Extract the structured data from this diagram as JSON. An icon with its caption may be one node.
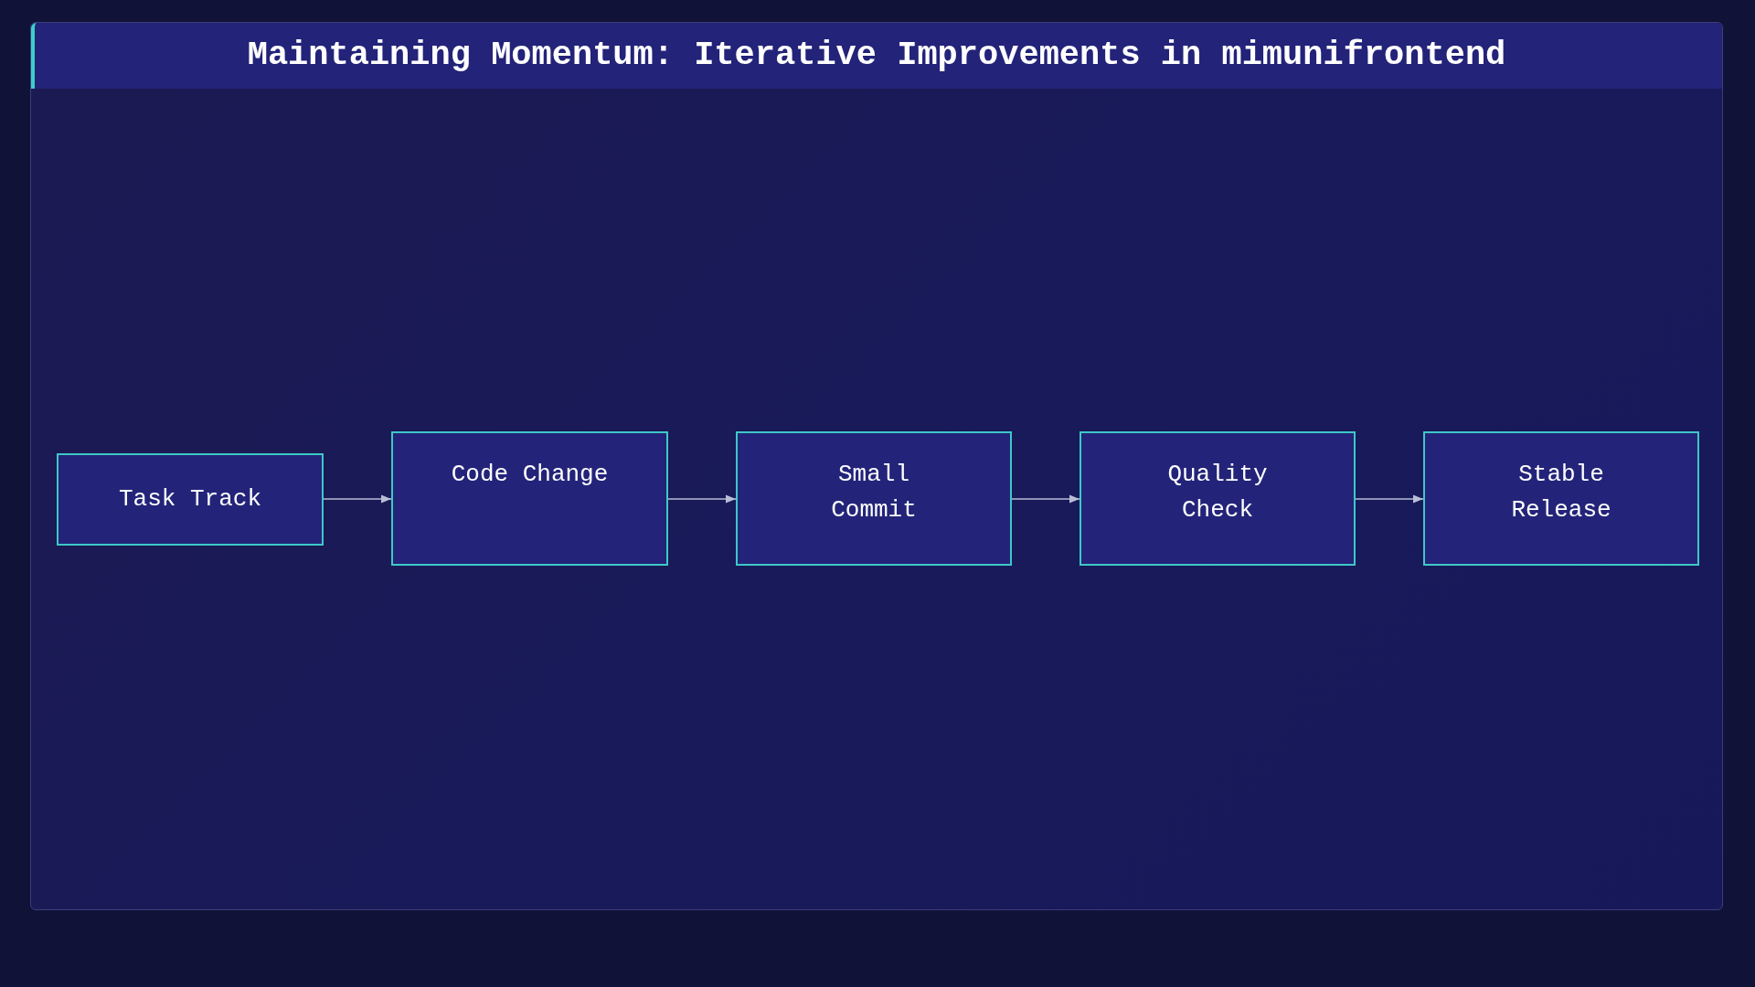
{
  "diagram": {
    "title": "Maintaining Momentum: Iterative Improvements in mimunifrontend",
    "nodes": [
      {
        "text": [
          "Task Track"
        ]
      },
      {
        "text": [
          "Code Change"
        ]
      },
      {
        "text": [
          "Small Commit"
        ]
      },
      {
        "text": [
          "Quality Check"
        ]
      },
      {
        "text": [
          "Stable Release"
        ]
      }
    ],
    "edges": [
      {
        "from": 0,
        "to": 1,
        "arrow": "to"
      },
      {
        "from": 1,
        "to": 2,
        "arrow": "to"
      },
      {
        "from": 2,
        "to": 3,
        "arrow": "to"
      },
      {
        "from": 3,
        "to": 4,
        "arrow": "to"
      }
    ]
  }
}
